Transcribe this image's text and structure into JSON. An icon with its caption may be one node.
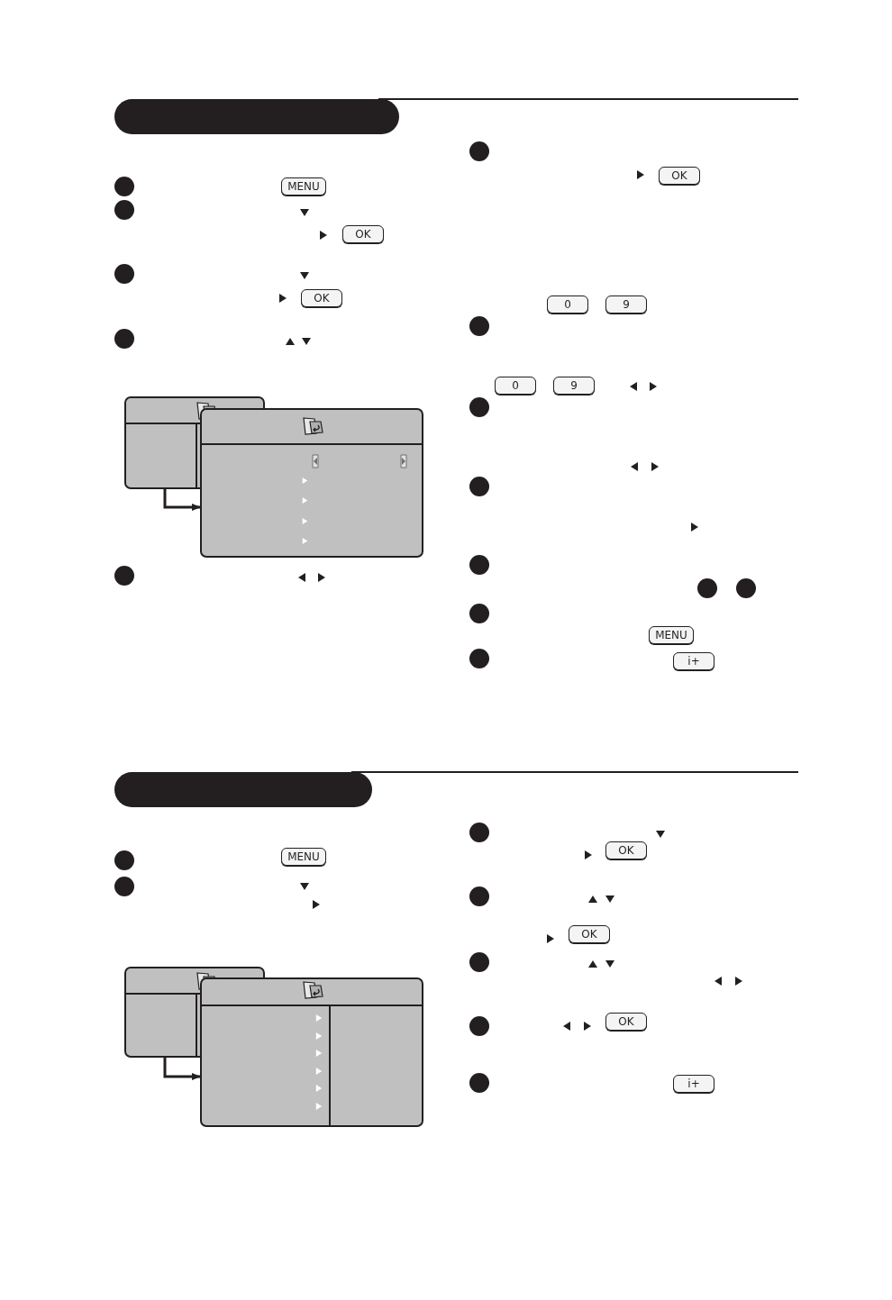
{
  "diagram": {
    "nodes": [
      {
        "text": [],
        "shape": "box"
      },
      {
        "text": [],
        "shape": "box"
      },
      {
        "text": [],
        "shape": "box"
      },
      {
        "text": [],
        "shape": "box"
      }
    ],
    "edges": [
      {
        "from": 0,
        "to": 1,
        "arrow": "to"
      },
      {
        "from": 2,
        "to": 3,
        "arrow": "to"
      }
    ],
    "labels": [
      "MENU",
      "OK",
      "OK",
      "OK",
      "0",
      "9",
      "0",
      "9",
      "MENU",
      "i+",
      "MENU",
      "OK",
      "OK",
      "OK",
      "i+"
    ]
  }
}
